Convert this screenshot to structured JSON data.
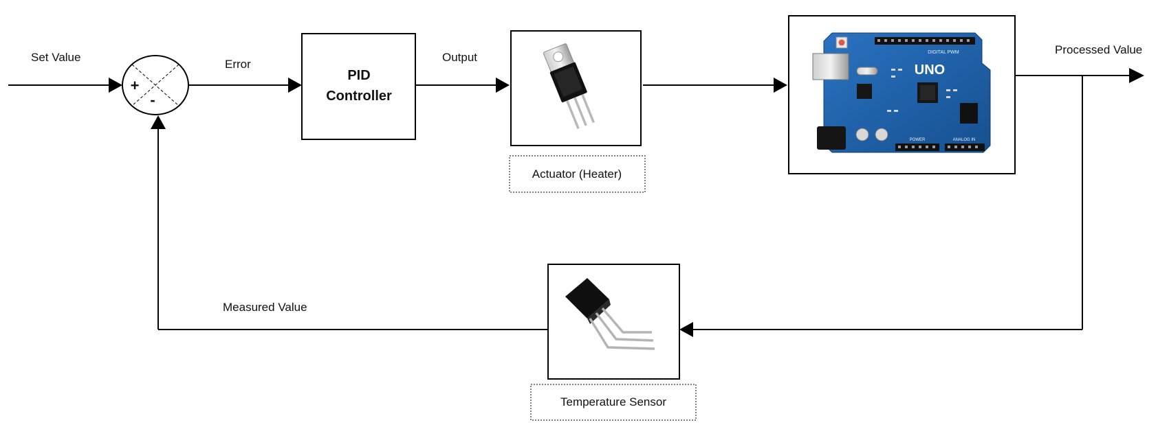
{
  "labels": {
    "set_value": "Set Value",
    "error": "Error",
    "output": "Output",
    "processed_value": "Processed Value",
    "measured_value": "Measured Value"
  },
  "summing_junction": {
    "plus": "+",
    "minus": "-"
  },
  "pid_block": {
    "line1": "PID",
    "line2": "Controller"
  },
  "actuator": {
    "caption": "Actuator (Heater)",
    "icon": "to220-transistor-icon"
  },
  "sensor": {
    "caption": "Temperature Sensor",
    "icon": "to92-sensor-icon"
  },
  "board": {
    "board_text": "UNO",
    "header_text": "DIGITAL PWM",
    "power_text": "POWER",
    "analog_text": "ANALOG IN",
    "icon": "arduino-uno-board",
    "accent": "#1c5fa8"
  }
}
